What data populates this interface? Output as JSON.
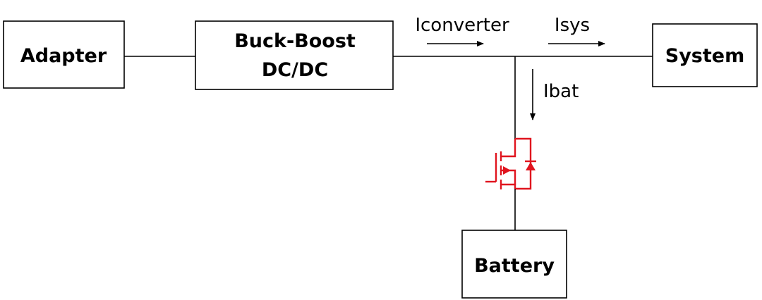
{
  "blocks": {
    "adapter": "Adapter",
    "converter_line1": "Buck-Boost",
    "converter_line2": "DC/DC",
    "system": "System",
    "battery": "Battery"
  },
  "currents": {
    "converter": "Iconverter",
    "system": "Isys",
    "battery": "Ibat"
  },
  "colors": {
    "line": "#000000",
    "mosfet": "#e0141e"
  }
}
